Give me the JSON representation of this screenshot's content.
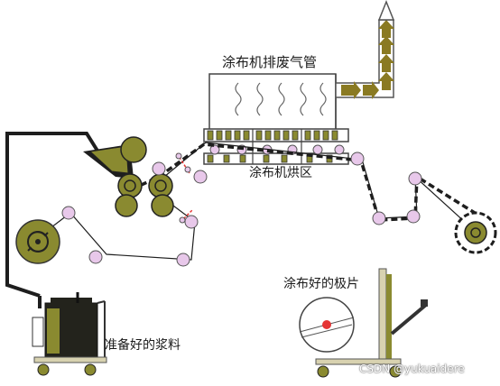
{
  "labels": {
    "exhaust_duct": "涂布机排废气管",
    "drying_oven": "涂布机烘区",
    "prepared_slurry": "准备好的浆料",
    "coated_electrode": "涂布好的极片",
    "watermark": "CSDN @yukuaidere"
  },
  "colors": {
    "roller_fill": "#8a8a30",
    "roller_dark": "#1e1e1e",
    "idler_fill": "#e8c8ea",
    "pipe_green": "#6d7b33",
    "arrow_fill": "#8a7a22",
    "tank_dark": "#23231c",
    "stand_yellow": "#d8d2b0",
    "dot_red": "#e53434",
    "oven_slat": "#8a8a30"
  },
  "icons": [
    "rewind-reel-icon",
    "unwind-reel-icon",
    "take-up-reel-icon",
    "exhaust-arrow-icon"
  ]
}
